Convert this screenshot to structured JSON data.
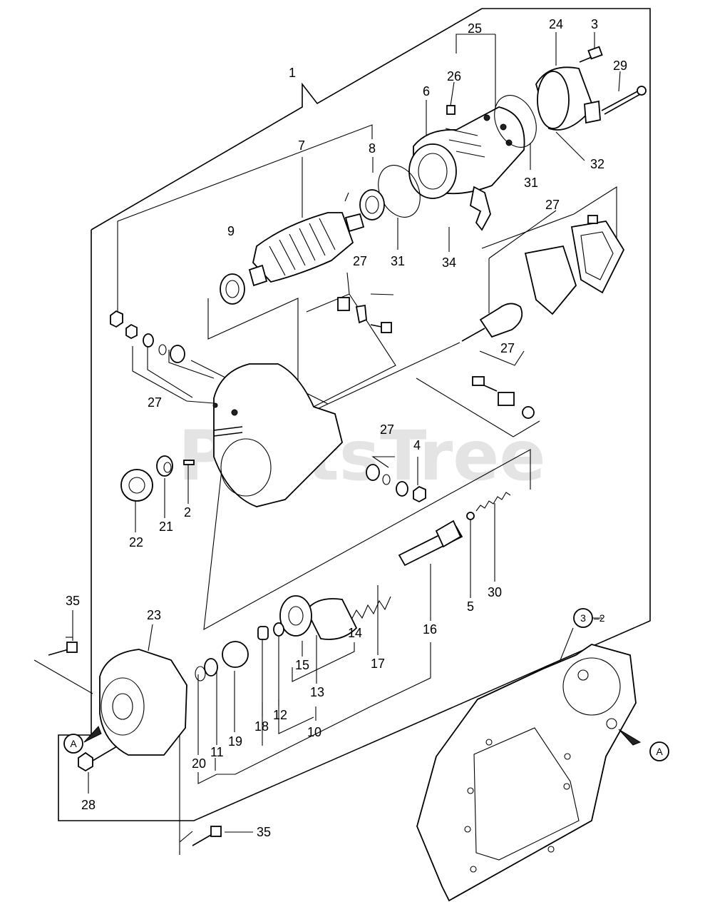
{
  "watermark": "PartsTree",
  "callouts": [
    {
      "id": "c-a-left",
      "text": "A"
    },
    {
      "id": "c-a-right",
      "text": "A"
    },
    {
      "id": "c-3-2",
      "text": "3",
      "suffix": "–2"
    }
  ],
  "labels": [
    {
      "id": "l1",
      "text": "1"
    },
    {
      "id": "l2",
      "text": "2"
    },
    {
      "id": "l3",
      "text": "3"
    },
    {
      "id": "l4",
      "text": "4"
    },
    {
      "id": "l5",
      "text": "5"
    },
    {
      "id": "l6",
      "text": "6"
    },
    {
      "id": "l7",
      "text": "7"
    },
    {
      "id": "l8",
      "text": "8"
    },
    {
      "id": "l9",
      "text": "9"
    },
    {
      "id": "l10",
      "text": "10"
    },
    {
      "id": "l11",
      "text": "11"
    },
    {
      "id": "l12",
      "text": "12"
    },
    {
      "id": "l13",
      "text": "13"
    },
    {
      "id": "l14",
      "text": "14"
    },
    {
      "id": "l15",
      "text": "15"
    },
    {
      "id": "l16",
      "text": "16"
    },
    {
      "id": "l17",
      "text": "17"
    },
    {
      "id": "l18",
      "text": "18"
    },
    {
      "id": "l19",
      "text": "19"
    },
    {
      "id": "l20",
      "text": "20"
    },
    {
      "id": "l21",
      "text": "21"
    },
    {
      "id": "l22",
      "text": "22"
    },
    {
      "id": "l23",
      "text": "23"
    },
    {
      "id": "l24",
      "text": "24"
    },
    {
      "id": "l25",
      "text": "25"
    },
    {
      "id": "l26",
      "text": "26"
    },
    {
      "id": "l27a",
      "text": "27"
    },
    {
      "id": "l27b",
      "text": "27"
    },
    {
      "id": "l27c",
      "text": "27"
    },
    {
      "id": "l27d",
      "text": "27"
    },
    {
      "id": "l27e",
      "text": "27"
    },
    {
      "id": "l28",
      "text": "28"
    },
    {
      "id": "l29",
      "text": "29"
    },
    {
      "id": "l30",
      "text": "30"
    },
    {
      "id": "l31a",
      "text": "31"
    },
    {
      "id": "l31b",
      "text": "31"
    },
    {
      "id": "l32",
      "text": "32"
    },
    {
      "id": "l34",
      "text": "34"
    },
    {
      "id": "l35a",
      "text": "35"
    },
    {
      "id": "l35b",
      "text": "35"
    }
  ]
}
